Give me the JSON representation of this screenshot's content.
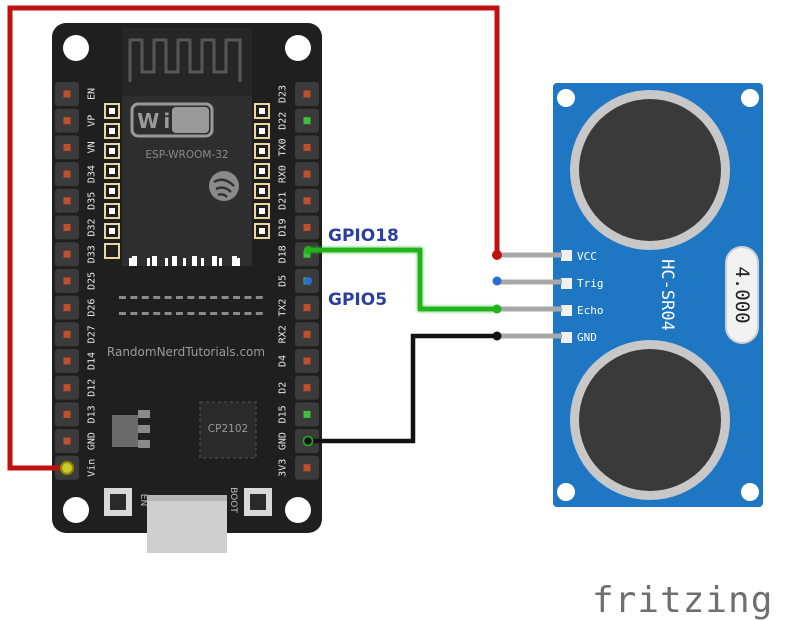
{
  "esp32": {
    "wifi_logo": "WiFi",
    "module_label": "ESP-WROOM-32",
    "watermark": "RandomNerdTutorials.com",
    "chip_label": "CP2102",
    "button_en": "EN",
    "button_boot": "BOOT",
    "left_pins": [
      "EN",
      "VP",
      "VN",
      "D34",
      "D35",
      "D32",
      "D33",
      "D25",
      "D26",
      "D27",
      "D14",
      "D12",
      "D13",
      "GND",
      "Vin"
    ],
    "right_pins": [
      "D23",
      "D22",
      "TX0",
      "RX0",
      "D21",
      "D19",
      "D18",
      "D5",
      "TX2",
      "RX2",
      "D4",
      "D2",
      "D15",
      "GND",
      "3V3"
    ]
  },
  "sensor": {
    "model": "HC-SR04",
    "crystal": "4.000",
    "pins": [
      "VCC",
      "Trig",
      "Echo",
      "GND"
    ]
  },
  "wire_labels": {
    "gpio18": "GPIO18",
    "gpio5": "GPIO5"
  },
  "colors": {
    "board": "#1f1f1f",
    "sensor": "#1f77c4",
    "power_wire": "#c01010",
    "green_wire": "#22b21e",
    "blue_wire": "#2a6fd0",
    "ground_wire": "#111111",
    "gpio_label": "#2b3fa0"
  },
  "brand": "fritzing"
}
